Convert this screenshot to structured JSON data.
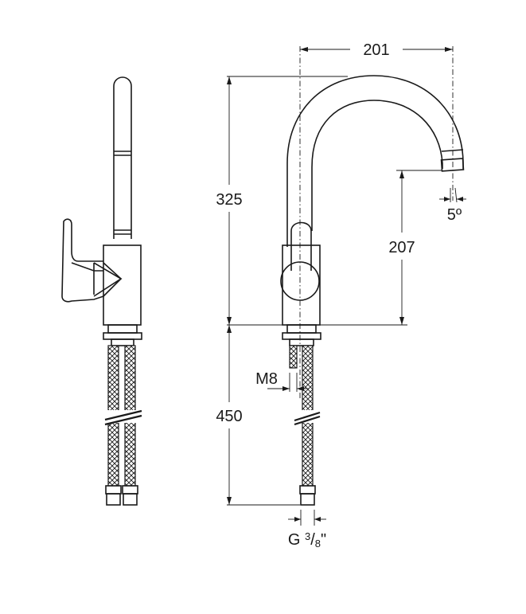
{
  "dimensions": {
    "reach": "201",
    "total_height": "325",
    "spout_height": "207",
    "angle": "5º",
    "hose_length": "450",
    "stud_thread": "M8",
    "connection_prefix": "G ",
    "connection_num": "3",
    "connection_slash": "/",
    "connection_den": "8",
    "connection_suffix": "\""
  }
}
